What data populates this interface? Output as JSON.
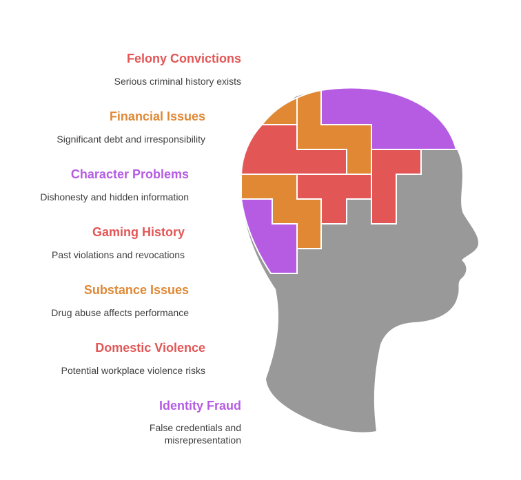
{
  "colors": {
    "red": "#e35656",
    "orange": "#e08834",
    "purple": "#b55ce3",
    "head_gray": "#999999"
  },
  "items": [
    {
      "title": "Felony Convictions",
      "description": "Serious criminal history exists",
      "color": "#e35656"
    },
    {
      "title": "Financial Issues",
      "description": "Significant debt and irresponsibility",
      "color": "#e08834"
    },
    {
      "title": "Character Problems",
      "description": "Dishonesty and hidden information",
      "color": "#b55ce3"
    },
    {
      "title": "Gaming History",
      "description": "Past violations and revocations",
      "color": "#e35656"
    },
    {
      "title": "Substance Issues",
      "description": "Drug abuse affects performance",
      "color": "#e08834"
    },
    {
      "title": "Domestic Violence",
      "description": "Potential workplace violence risks",
      "color": "#e35656"
    },
    {
      "title": "Identity Fraud",
      "description": "False credentials and\nmisrepresentation",
      "color": "#b55ce3"
    }
  ]
}
